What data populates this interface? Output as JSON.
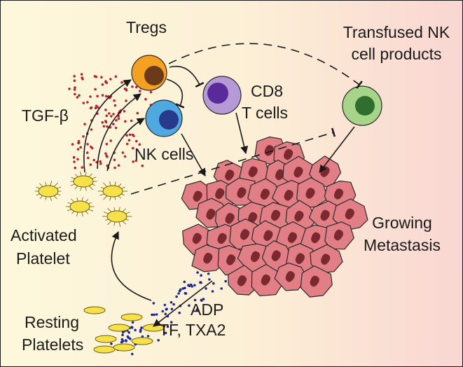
{
  "labels": {
    "tregs": "Tregs",
    "transfused_line1": "Transfused NK",
    "transfused_line2": "cell products",
    "cd8_line1": "CD8",
    "cd8_line2": "T cells",
    "tgf_beta": "TGF-β",
    "nk_cells": "NK cells",
    "growing_line1": "Growing",
    "growing_line2": "Metastasis",
    "activated_line1": "Activated",
    "activated_line2": "Platelet",
    "adp": "ADP",
    "tf_txa2": "TF, TXA2",
    "resting_line1": "Resting",
    "resting_line2": "Platelets"
  },
  "colors": {
    "treg_outer": "#f4a021",
    "treg_nucleus": "#6b3a1a",
    "cd8_outer": "#b59ad6",
    "cd8_nucleus": "#5a2a9a",
    "nk_outer": "#4fa8e0",
    "nk_nucleus": "#283a8c",
    "transfused_outer": "#a6d58a",
    "transfused_nucleus": "#2f6e2e",
    "tumor_cell": "#e27f86",
    "tumor_nucleus": "#7a2a2f",
    "platelet": "#f6e14b",
    "tgf_dots": "#b3262f",
    "adp_dots": "#1f2a8c"
  }
}
